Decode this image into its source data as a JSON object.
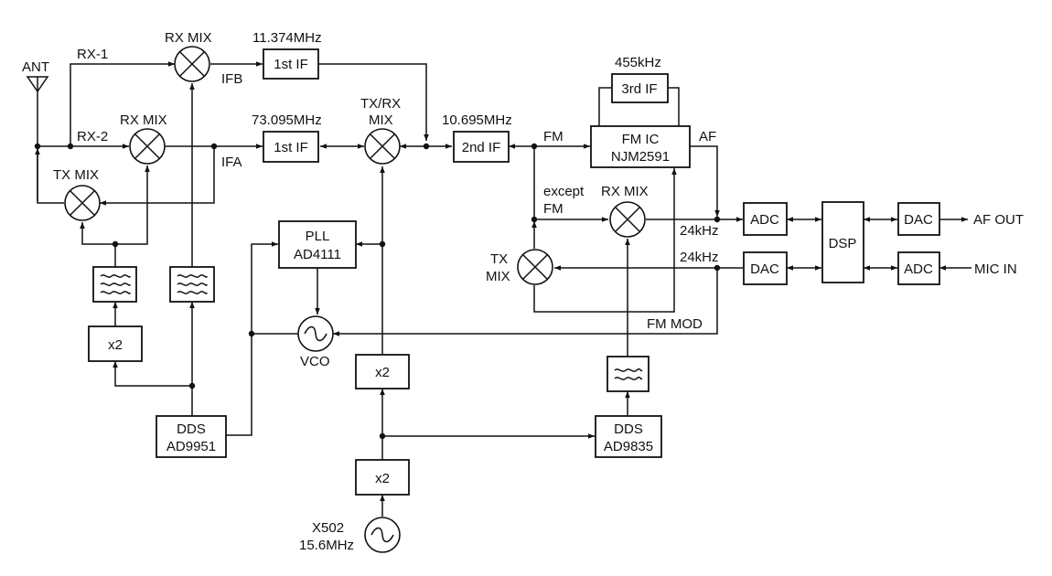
{
  "blocks": {
    "first_if_b": "1st IF",
    "first_if_a": "1st IF",
    "second_if": "2nd IF",
    "third_if": "3rd IF",
    "fm_ic_1": "FM IC",
    "fm_ic_2": "NJM2591",
    "pll_1": "PLL",
    "pll_2": "AD4111",
    "dds1_1": "DDS",
    "dds1_2": "AD9951",
    "dds2_1": "DDS",
    "dds2_2": "AD9835",
    "x2_left": "x2",
    "x2_mid": "x2",
    "x2_bottom": "x2",
    "adc_rx": "ADC",
    "dac_tx": "DAC",
    "dsp": "DSP",
    "dac_out": "DAC",
    "adc_mic": "ADC"
  },
  "labels": {
    "ant": "ANT",
    "rx1": "RX-1",
    "rx2": "RX-2",
    "rxmix_top": "RX MIX",
    "rxmix_mid": "RX MIX",
    "txmix_left": "TX MIX",
    "txrx_1": "TX/RX",
    "txrx_2": "MIX",
    "freq_11374": "11.374MHz",
    "freq_73095": "73.095MHz",
    "freq_10695": "10.695MHz",
    "freq_455": "455kHz",
    "ifb": "IFB",
    "ifa": "IFA",
    "fm": "FM",
    "af": "AF",
    "except_1": "except",
    "except_2": "FM",
    "rxmix_right": "RX MIX",
    "tx_right_1": "TX",
    "tx_right_2": "MIX",
    "khz_top": "24kHz",
    "khz_bottom": "24kHz",
    "fm_mod": "FM MOD",
    "vco": "VCO",
    "af_out": "AF OUT",
    "mic_in": "MIC IN",
    "xtal_1": "X502",
    "xtal_2": "15.6MHz"
  }
}
